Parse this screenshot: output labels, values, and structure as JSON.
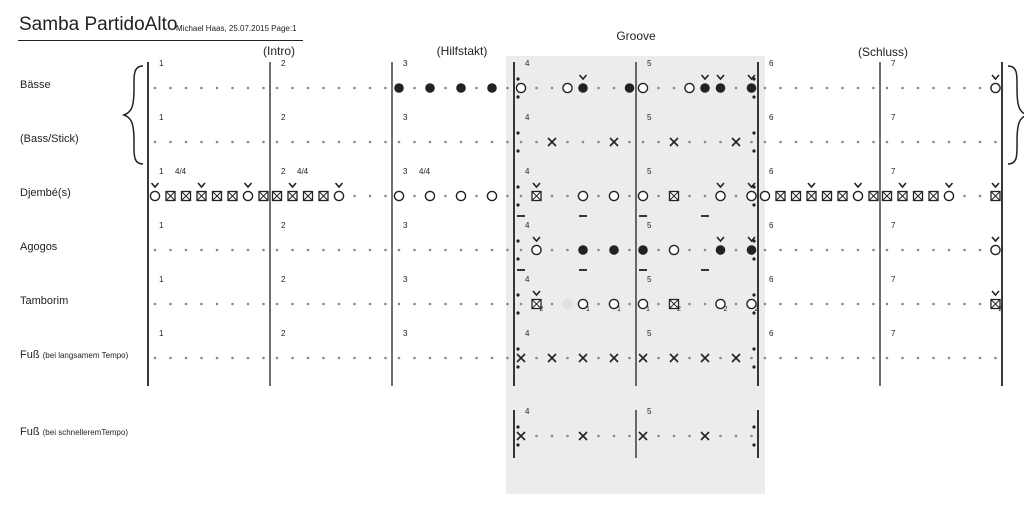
{
  "header": {
    "title": "Samba PartidoAlto",
    "subtitle": "Michael Haas, 25.07.2015 Page:1"
  },
  "sections": [
    "(Intro)",
    "(Hilfstakt)",
    "Groove",
    "(Schluss)"
  ],
  "rows": [
    {
      "label": "Bässe"
    },
    {
      "label": "(Bass/Stick)"
    },
    {
      "label": "Djembé(s)"
    },
    {
      "label": "Agogos"
    },
    {
      "label": "Tamborim"
    },
    {
      "label": "Fuß",
      "note": "(bei langsamem Tempo)"
    },
    {
      "label": "Fuß",
      "note": "(bei schnelleremTempo)"
    }
  ],
  "measure_numbers": [
    "1",
    "2",
    "3",
    "4",
    "5",
    "6",
    "7"
  ],
  "time_signature": "4/4",
  "tamborim_subscripts": [
    "2",
    "1"
  ],
  "colors": {
    "groove_highlight": "#ececec",
    "ink": "#222222",
    "dots": "#888888"
  }
}
